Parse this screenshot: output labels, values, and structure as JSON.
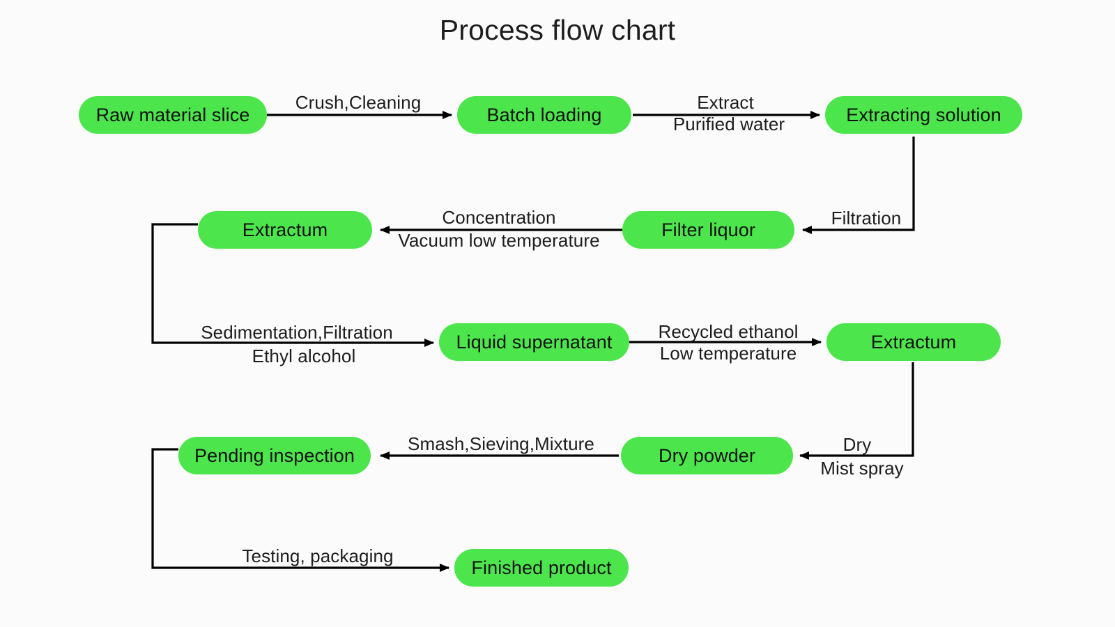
{
  "title": "Process flow chart",
  "colors": {
    "node_fill": "#4ce64c",
    "node_text": "#111111",
    "line": "#000000",
    "background": "#fbfbfb",
    "label_text": "#1d1d1d"
  },
  "chart_data": {
    "type": "diagram",
    "title": "Process flow chart",
    "nodes": [
      {
        "id": "n1",
        "label": "Raw material slice"
      },
      {
        "id": "n2",
        "label": "Batch loading"
      },
      {
        "id": "n3",
        "label": "Extracting solution"
      },
      {
        "id": "n4",
        "label": "Filter liquor"
      },
      {
        "id": "n5",
        "label": "Extractum"
      },
      {
        "id": "n6",
        "label": "Liquid supernatant"
      },
      {
        "id": "n7",
        "label": "Extractum"
      },
      {
        "id": "n8",
        "label": "Dry powder"
      },
      {
        "id": "n9",
        "label": "Pending inspection"
      },
      {
        "id": "n10",
        "label": "Finished product"
      }
    ],
    "edges": [
      {
        "from": "n1",
        "to": "n2",
        "above": "Crush,Cleaning",
        "below": ""
      },
      {
        "from": "n2",
        "to": "n3",
        "above": "Extract",
        "below": "Purified water"
      },
      {
        "from": "n3",
        "to": "n4",
        "above": "Filtration",
        "below": ""
      },
      {
        "from": "n4",
        "to": "n5",
        "above": "Concentration",
        "below": "Vacuum low temperature"
      },
      {
        "from": "n5",
        "to": "n6",
        "above": "Sedimentation,Filtration",
        "below": "Ethyl alcohol"
      },
      {
        "from": "n6",
        "to": "n7",
        "above": "Recycled ethanol",
        "below": "Low temperature"
      },
      {
        "from": "n7",
        "to": "n8",
        "above": "Dry",
        "below": "Mist spray"
      },
      {
        "from": "n8",
        "to": "n9",
        "above": "Smash,Sieving,Mixture",
        "below": ""
      },
      {
        "from": "n9",
        "to": "n10",
        "above": "Testing, packaging",
        "below": ""
      }
    ]
  },
  "nodes": {
    "raw_material_slice": "Raw material slice",
    "batch_loading": "Batch loading",
    "extracting_solution": "Extracting solution",
    "filter_liquor": "Filter liquor",
    "extractum_1": "Extractum",
    "liquid_supernatant": "Liquid supernatant",
    "extractum_2": "Extractum",
    "dry_powder": "Dry powder",
    "pending_inspection": "Pending inspection",
    "finished_product": "Finished product"
  },
  "labels": {
    "crush_cleaning": "Crush,Cleaning",
    "extract": "Extract",
    "purified_water": "Purified water",
    "filtration": "Filtration",
    "concentration": "Concentration",
    "vacuum_low_temperature": "Vacuum low temperature",
    "sedimentation_filtration": "Sedimentation,Filtration",
    "ethyl_alcohol": "Ethyl alcohol",
    "recycled_ethanol": "Recycled ethanol",
    "low_temperature": "Low temperature",
    "dry": "Dry",
    "mist_spray": "Mist spray",
    "smash_sieving_mixture": "Smash,Sieving,Mixture",
    "testing_packaging": "Testing, packaging"
  }
}
